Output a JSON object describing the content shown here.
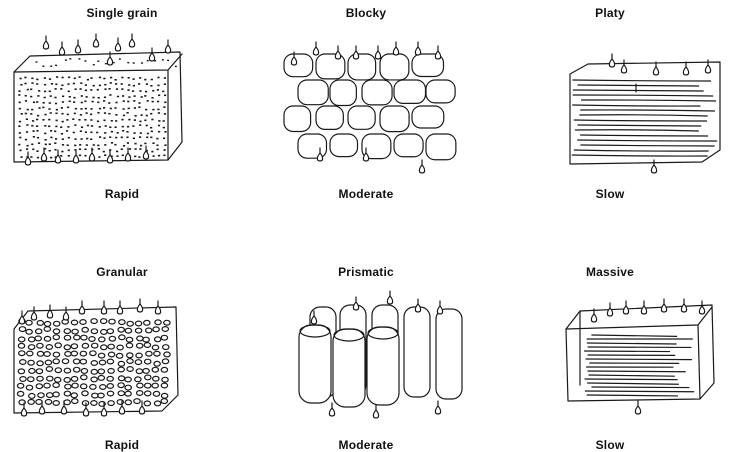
{
  "structures": [
    {
      "title": "Single grain",
      "rate": "Rapid",
      "icon": "single-grain-sketch"
    },
    {
      "title": "Blocky",
      "rate": "Moderate",
      "icon": "blocky-sketch"
    },
    {
      "title": "Platy",
      "rate": "Slow",
      "icon": "platy-sketch"
    },
    {
      "title": "Granular",
      "rate": "Rapid",
      "icon": "granular-sketch"
    },
    {
      "title": "Prismatic",
      "rate": "Moderate",
      "icon": "prismatic-sketch"
    },
    {
      "title": "Massive",
      "rate": "Slow",
      "icon": "massive-sketch"
    }
  ]
}
